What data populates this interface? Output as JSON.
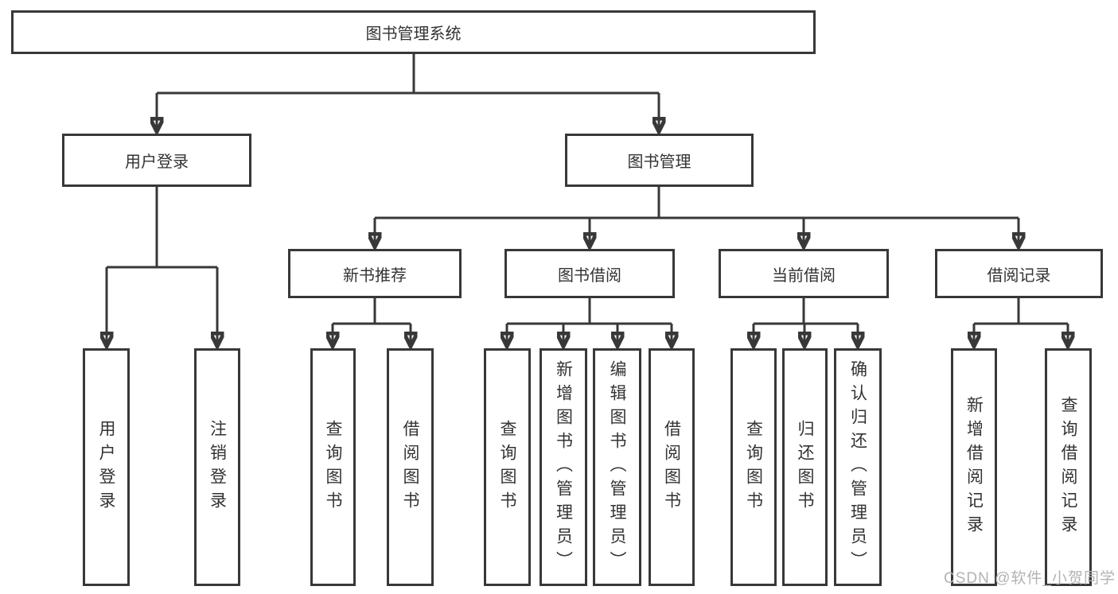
{
  "diagram": {
    "root": {
      "label": "图书管理系统"
    },
    "level2": [
      {
        "label": "用户登录"
      },
      {
        "label": "图书管理"
      }
    ],
    "level3": [
      {
        "label": "新书推荐",
        "parent": "图书管理"
      },
      {
        "label": "图书借阅",
        "parent": "图书管理"
      },
      {
        "label": "当前借阅",
        "parent": "图书管理"
      },
      {
        "label": "借阅记录",
        "parent": "图书管理"
      }
    ],
    "leaves": [
      {
        "label": "用户登录",
        "parent": "用户登录"
      },
      {
        "label": "注销登录",
        "parent": "用户登录"
      },
      {
        "label": "查询图书",
        "parent": "新书推荐"
      },
      {
        "label": "借阅图书",
        "parent": "新书推荐"
      },
      {
        "label": "查询图书",
        "parent": "图书借阅"
      },
      {
        "label": "新增图书（管理员）",
        "parent": "图书借阅"
      },
      {
        "label": "编辑图书（管理员）",
        "parent": "图书借阅"
      },
      {
        "label": "借阅图书",
        "parent": "图书借阅"
      },
      {
        "label": "查询图书",
        "parent": "当前借阅"
      },
      {
        "label": "归还图书",
        "parent": "当前借阅"
      },
      {
        "label": "确认归还（管理员）",
        "parent": "当前借阅"
      },
      {
        "label": "新增借阅记录",
        "parent": "借阅记录"
      },
      {
        "label": "查询借阅记录",
        "parent": "借阅记录"
      }
    ],
    "colors": {
      "line": "#383838",
      "text": "#333333",
      "background": "#ffffff",
      "watermark": "#b3b3b3"
    }
  },
  "watermark": {
    "text": "CSDN @软件_小贺同学"
  }
}
